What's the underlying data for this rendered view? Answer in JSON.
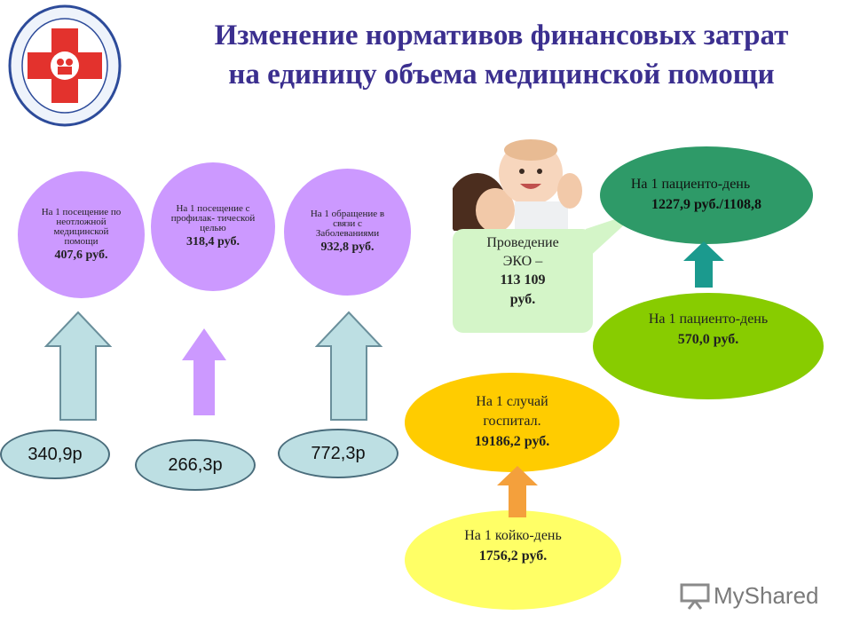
{
  "title": {
    "line1": "Изменение нормативов финансовых затрат",
    "line2": "на единицу объема медицинской помощи"
  },
  "circles": [
    {
      "label": "На 1 посещение по неотложной медицинской помощи",
      "value": "407,6 руб.",
      "prev": "340,9р"
    },
    {
      "label": "На 1 посещение с профилак- тической целью",
      "value": "318,4 руб.",
      "prev": "266,3р"
    },
    {
      "label": "На 1 обращение в связи с Заболеваниями",
      "value": "932,8 руб.",
      "prev": "772,3р"
    }
  ],
  "eco": {
    "label_1": "Проведение",
    "label_2": "ЭКО –",
    "value_1": "113 109",
    "value_2": "руб."
  },
  "patient_day_top": {
    "label": "На 1 пациенто-день",
    "value": "1227,9 руб./1108,8"
  },
  "patient_day_bottom": {
    "label": "На 1 пациенто-день",
    "value": "570,0 руб."
  },
  "hospital_case": {
    "label_1": "На 1 случай",
    "label_2": "госпитал.",
    "value": "19186,2 руб."
  },
  "bed_day": {
    "label": "На 1 койко-день",
    "value": "1756,2 руб."
  },
  "dot": ".",
  "watermark": {
    "text": "MyShared"
  },
  "colors": {
    "title": "#3b2f8f",
    "circle": "#cc99ff",
    "pill": "#bddfe3",
    "teal": "#2e9a68",
    "green": "#88cc00",
    "orange": "#ffcc00",
    "yellow": "#ffff66",
    "bubble": "#d4f5c8"
  }
}
